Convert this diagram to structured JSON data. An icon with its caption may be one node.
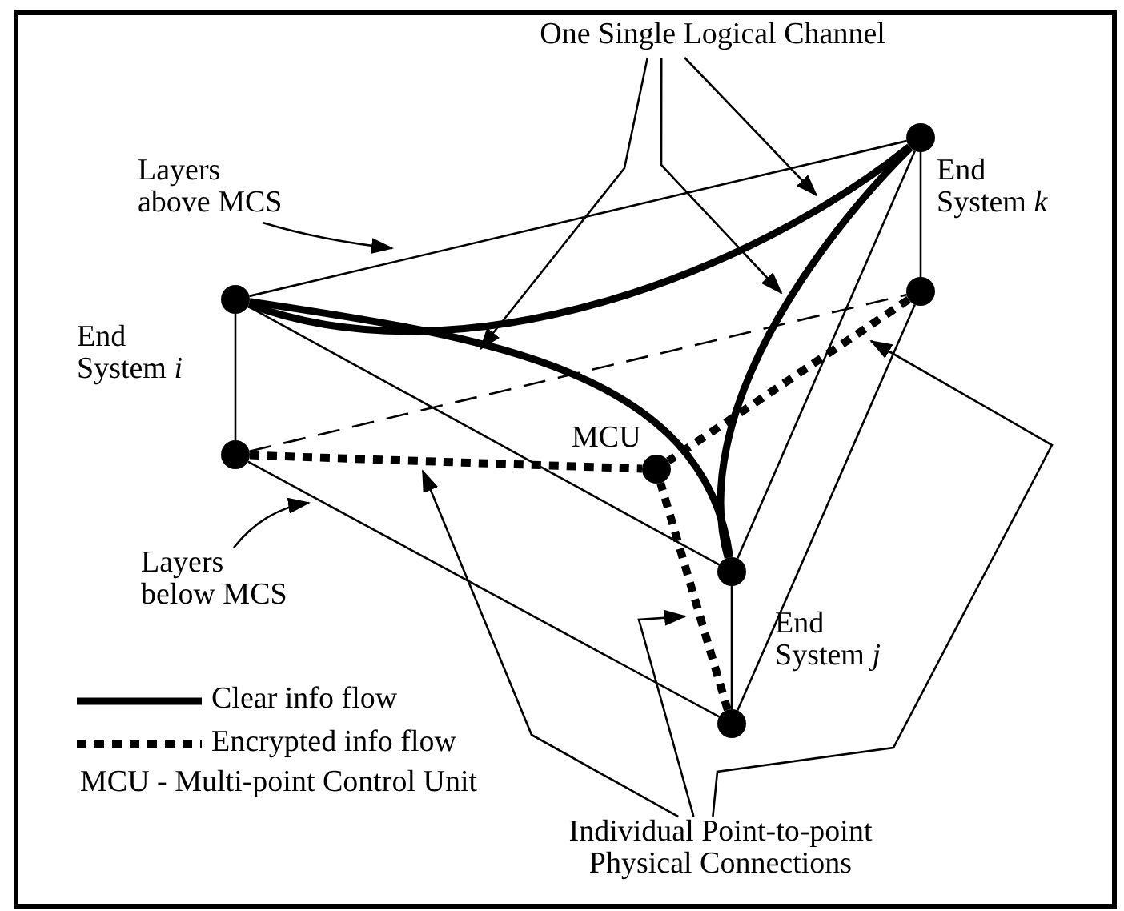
{
  "diagram": {
    "nodes": [
      {
        "text": [
          "One Single Logical Channel"
        ]
      },
      {
        "text": [],
        "shape": "circle",
        "beside": [
          "End System *k*"
        ]
      },
      {
        "text": [
          "Layers above MCS"
        ]
      },
      {
        "text": [],
        "shape": "circle",
        "beside": [
          "End System *i*"
        ]
      },
      {
        "text": [],
        "shape": "circle"
      },
      {
        "text": [],
        "shape": "circle",
        "beside": [
          "MCU"
        ]
      },
      {
        "text": [],
        "shape": "circle"
      },
      {
        "text": [
          "Layers below MCS"
        ]
      },
      {
        "text": [],
        "shape": "circle"
      },
      {
        "text": [],
        "shape": "circle",
        "beside": [
          "End System *j*"
        ]
      },
      {
        "text": [
          "Individual Point-to-point Physical Connections"
        ]
      }
    ],
    "edges": [
      {
        "from": 3,
        "to": 1,
        "arrow": "none"
      },
      {
        "from": 3,
        "to": 8,
        "arrow": "none"
      },
      {
        "from": 1,
        "to": 8,
        "arrow": "none"
      },
      {
        "from": 3,
        "to": 6,
        "arrow": "none"
      },
      {
        "from": 1,
        "to": 4,
        "arrow": "none"
      },
      {
        "from": 8,
        "to": 9,
        "arrow": "none"
      },
      {
        "from": 6,
        "to": 4,
        "arrow": "none",
        "style": "dashed"
      },
      {
        "from": 6,
        "to": 9,
        "arrow": "none"
      },
      {
        "from": 4,
        "to": 9,
        "arrow": "none"
      },
      {
        "from": 3,
        "to": 1,
        "arrow": "none",
        "style": "thick"
      },
      {
        "from": 3,
        "to": 8,
        "arrow": "none",
        "style": "thick"
      },
      {
        "from": 1,
        "to": 8,
        "arrow": "none",
        "style": "thick"
      },
      {
        "from": 6,
        "to": 5,
        "arrow": "none",
        "style": "dashed"
      },
      {
        "from": 4,
        "to": 5,
        "arrow": "none",
        "style": "dashed"
      },
      {
        "from": 9,
        "to": 5,
        "arrow": "none",
        "style": "dashed"
      },
      {
        "from": 0,
        "to": null,
        "arrow": "to"
      },
      {
        "from": 0,
        "to": null,
        "arrow": "to"
      },
      {
        "from": 0,
        "to": null,
        "arrow": "to"
      },
      {
        "from": 2,
        "to": null,
        "arrow": "to"
      },
      {
        "from": 7,
        "to": null,
        "arrow": "to"
      },
      {
        "from": 10,
        "to": null,
        "arrow": "to"
      },
      {
        "from": 10,
        "to": null,
        "arrow": "to"
      },
      {
        "from": 10,
        "to": null,
        "arrow": "to"
      }
    ],
    "labels": [
      "MCU - Multi-point Control Unit"
    ],
    "legend": [
      {
        "text": "Clear info flow"
      },
      {
        "text": "Encrypted info flow"
      }
    ]
  }
}
